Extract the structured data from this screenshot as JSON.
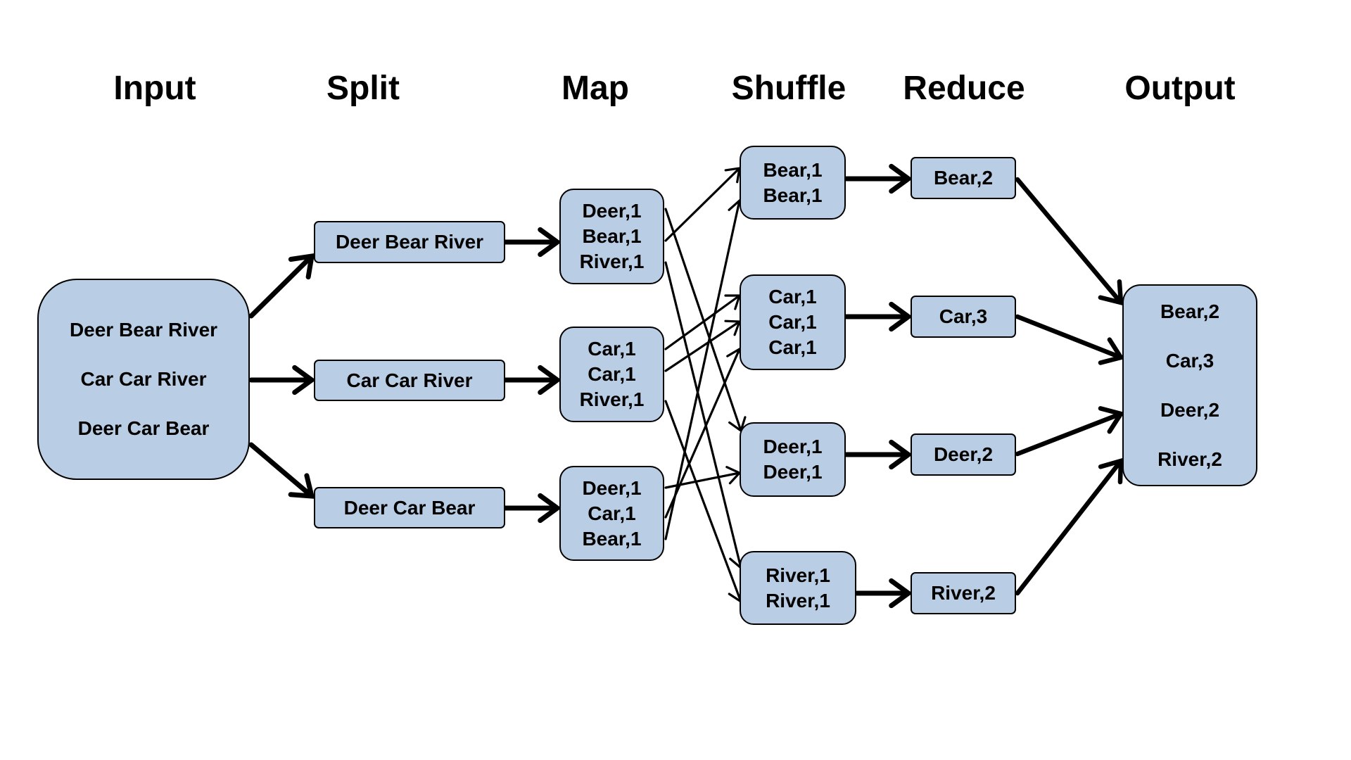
{
  "stages": [
    "Input",
    "Split",
    "Map",
    "Shuffle",
    "Reduce",
    "Output"
  ],
  "input": {
    "lines": [
      "Deer Bear River",
      "Car Car River",
      "Deer Car Bear"
    ]
  },
  "split": [
    {
      "text": "Deer Bear River"
    },
    {
      "text": "Car Car River"
    },
    {
      "text": "Deer Car Bear"
    }
  ],
  "map": [
    {
      "lines": [
        "Deer,1",
        "Bear,1",
        "River,1"
      ]
    },
    {
      "lines": [
        "Car,1",
        "Car,1",
        "River,1"
      ]
    },
    {
      "lines": [
        "Deer,1",
        "Car,1",
        "Bear,1"
      ]
    }
  ],
  "shuffle": [
    {
      "key": "Bear",
      "lines": [
        "Bear,1",
        "Bear,1"
      ]
    },
    {
      "key": "Car",
      "lines": [
        "Car,1",
        "Car,1",
        "Car,1"
      ]
    },
    {
      "key": "Deer",
      "lines": [
        "Deer,1",
        "Deer,1"
      ]
    },
    {
      "key": "River",
      "lines": [
        "River,1",
        "River,1"
      ]
    }
  ],
  "reduce": [
    {
      "text": "Bear,2"
    },
    {
      "text": "Car,3"
    },
    {
      "text": "Deer,2"
    },
    {
      "text": "River,2"
    }
  ],
  "output": {
    "lines": [
      "Bear,2",
      "Car,3",
      "Deer,2",
      "River,2"
    ]
  },
  "edges": {
    "input_to_split": [
      [
        0,
        0
      ],
      [
        0,
        1
      ],
      [
        0,
        2
      ]
    ],
    "split_to_map": [
      [
        0,
        0
      ],
      [
        1,
        1
      ],
      [
        2,
        2
      ]
    ],
    "map_to_shuffle": [
      {
        "map": 0,
        "line": 0,
        "shuffle": 2
      },
      {
        "map": 0,
        "line": 1,
        "shuffle": 0
      },
      {
        "map": 0,
        "line": 2,
        "shuffle": 3
      },
      {
        "map": 1,
        "line": 0,
        "shuffle": 1
      },
      {
        "map": 1,
        "line": 1,
        "shuffle": 1
      },
      {
        "map": 1,
        "line": 2,
        "shuffle": 3
      },
      {
        "map": 2,
        "line": 0,
        "shuffle": 2
      },
      {
        "map": 2,
        "line": 1,
        "shuffle": 1
      },
      {
        "map": 2,
        "line": 2,
        "shuffle": 0
      }
    ],
    "shuffle_to_reduce": [
      [
        0,
        0
      ],
      [
        1,
        1
      ],
      [
        2,
        2
      ],
      [
        3,
        3
      ]
    ],
    "reduce_to_output": [
      [
        0,
        0
      ],
      [
        1,
        0
      ],
      [
        2,
        0
      ],
      [
        3,
        0
      ]
    ]
  },
  "colors": {
    "box_fill": "#B9CDE5",
    "stroke": "#000000"
  }
}
